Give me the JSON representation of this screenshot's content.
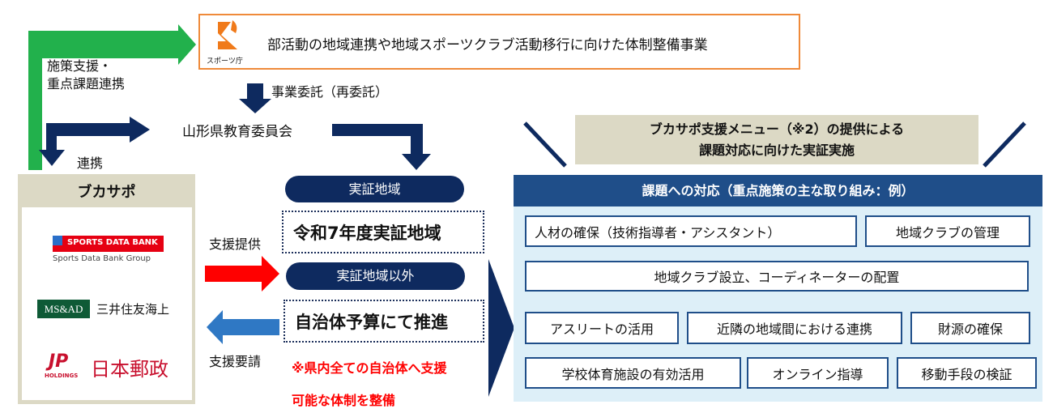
{
  "agency": {
    "name": "スポーツ庁",
    "title": "部活動の地域連携や地域スポーツクラブ活動移行に向けた体制整備事業"
  },
  "colors": {
    "navy": "#0e2a5f",
    "green": "#22b14c",
    "orange": "#ef8a3a",
    "red": "#ff0000",
    "blue": "#2f78c4",
    "tan": "#dcd9c5",
    "panel": "#ddeff8"
  },
  "labels": {
    "policy_support": [
      "施策支援・",
      "重点課題連携"
    ],
    "commission": "事業委託（再委託）",
    "board": "山形県教育委員会",
    "cooperation": "連携",
    "provide_support": "支援提供",
    "request_support": "支援要請"
  },
  "bukasapo": {
    "title": "ブカサポ",
    "partners": {
      "sdb": {
        "logo": "SPORTS DATA BANK",
        "sub": "Sports Data Bank Group"
      },
      "msad": {
        "logo": "MS&AD",
        "name": "三井住友海上"
      },
      "jp": {
        "logo": "JP",
        "sub": "HOLDINGS",
        "name": "日本郵政"
      }
    }
  },
  "regions": {
    "pilot_pill": "実証地域",
    "pilot_text": "令和7年度実証地域",
    "other_pill": "実証地域以外",
    "other_text": "自治体予算にて推進",
    "note": [
      "※県内全ての自治体へ支援",
      "可能な体制を整備"
    ]
  },
  "menu": {
    "banner": [
      "ブカサポ支援メニュー（※2）の提供による",
      "課題対応に向けた実証実施"
    ],
    "header": "課題への対応（重点施策の主な取り組み：例）",
    "items": [
      "人材の確保（技術指導者・アシスタント）",
      "地域クラブの管理",
      "地域クラブ設立、コーディネーターの配置",
      "アスリートの活用",
      "近隣の地域間における連携",
      "財源の確保",
      "学校体育施設の有効活用",
      "オンライン指導",
      "移動手段の検証"
    ]
  }
}
